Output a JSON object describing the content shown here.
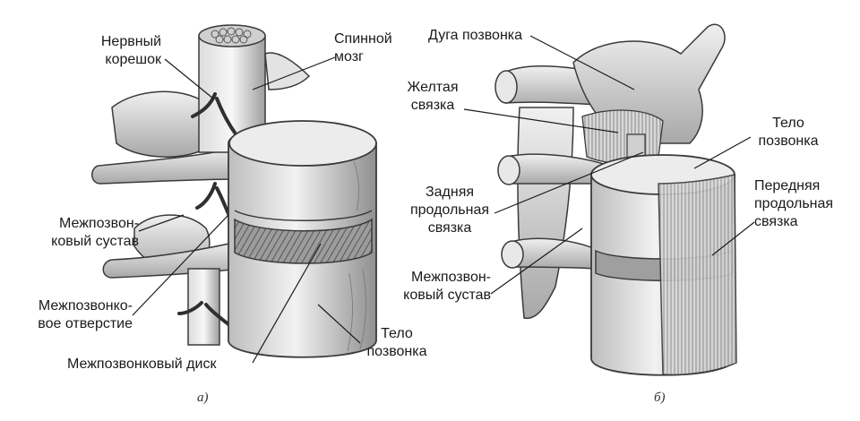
{
  "figure_a": {
    "labels": {
      "nerve_root": [
        "Нервный",
        "корешок"
      ],
      "spinal_cord": [
        "Спинной",
        "мозг"
      ],
      "facet_joint": [
        "Межпозвон-",
        "ковый сустав"
      ],
      "foramen": [
        "Межпозвонко-",
        "вое отверстие"
      ],
      "disc": "Межпозвонковый диск",
      "body": [
        "Тело",
        "позвонка"
      ]
    },
    "caption": "а)"
  },
  "figure_b": {
    "labels": {
      "arch": "Дуга позвонка",
      "ligamentum_flavum": [
        "Желтая",
        "связка"
      ],
      "posterior_ligament": [
        "Задняя",
        "продольная",
        "связка"
      ],
      "facet_joint": [
        "Межпозвон-",
        "ковый сустав"
      ],
      "body": [
        "Тело",
        "позвонка"
      ],
      "anterior_ligament": [
        "Передняя",
        "продольная",
        "связка"
      ]
    },
    "caption": "б)"
  },
  "colors": {
    "bone": "#e6e6e6",
    "bone_shade": "#9a9a9a",
    "outline": "#3a3a3a",
    "disc": "#8a8a8a"
  }
}
